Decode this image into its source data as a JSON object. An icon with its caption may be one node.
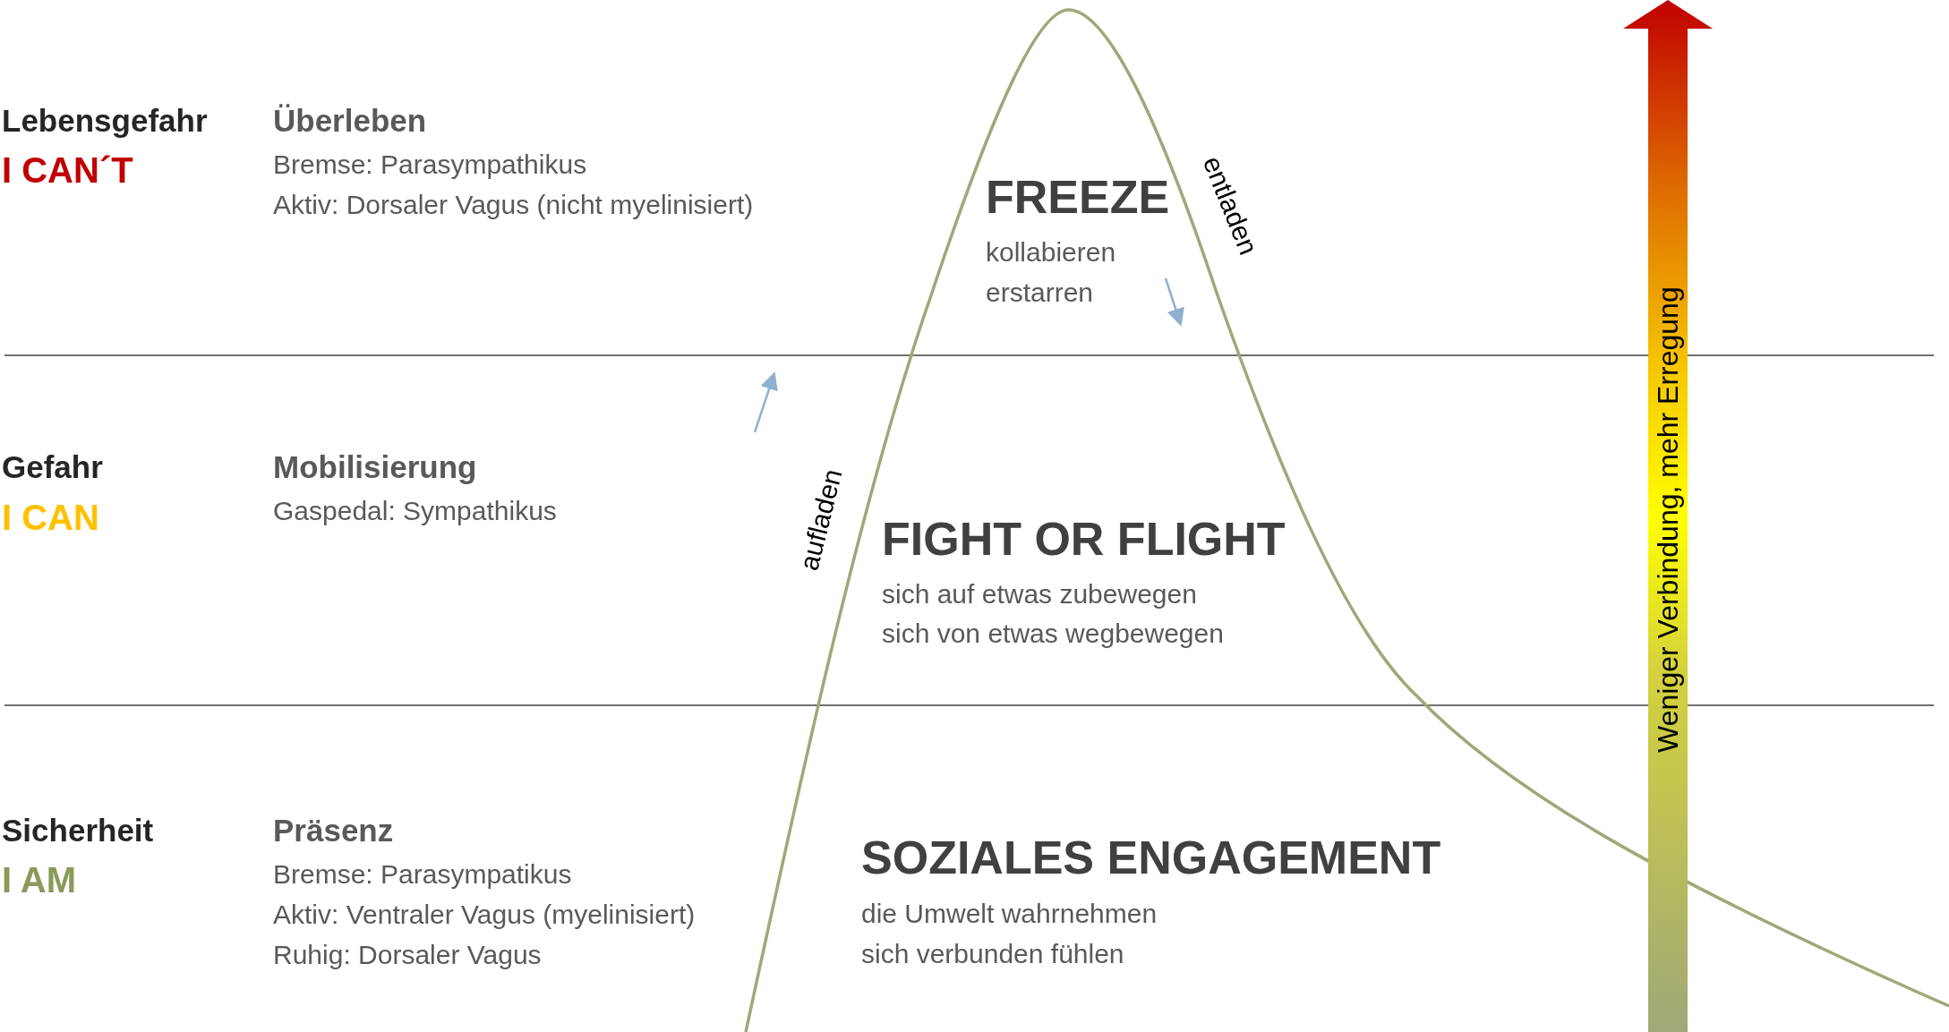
{
  "diagram": {
    "labels": [
      "Lebensgefahr",
      "I CAN´T",
      "Überleben",
      "Bremse: Parasympathikus",
      "Aktiv: Dorsaler Vagus (nicht myelinisiert)",
      "FREEZE",
      "kollabieren",
      "erstarren",
      "entladen",
      "Gefahr",
      "I CAN",
      "Mobilisierung",
      "Gaspedal: Sympathikus",
      "aufladen",
      "FIGHT OR FLIGHT",
      "sich auf etwas zubewegen",
      "sich von etwas wegbewegen",
      "Sicherheit",
      "I AM",
      "Präsenz",
      "Bremse: Parasympatikus",
      "Aktiv: Ventraler Vagus (myelinisiert)",
      "Ruhig: Dorsaler Vagus",
      "SOZIALES ENGAGEMENT",
      "die Umwelt wahrnehmen",
      "sich verbunden fühlen",
      "Weniger Verbindung, mehr Erregung"
    ]
  }
}
